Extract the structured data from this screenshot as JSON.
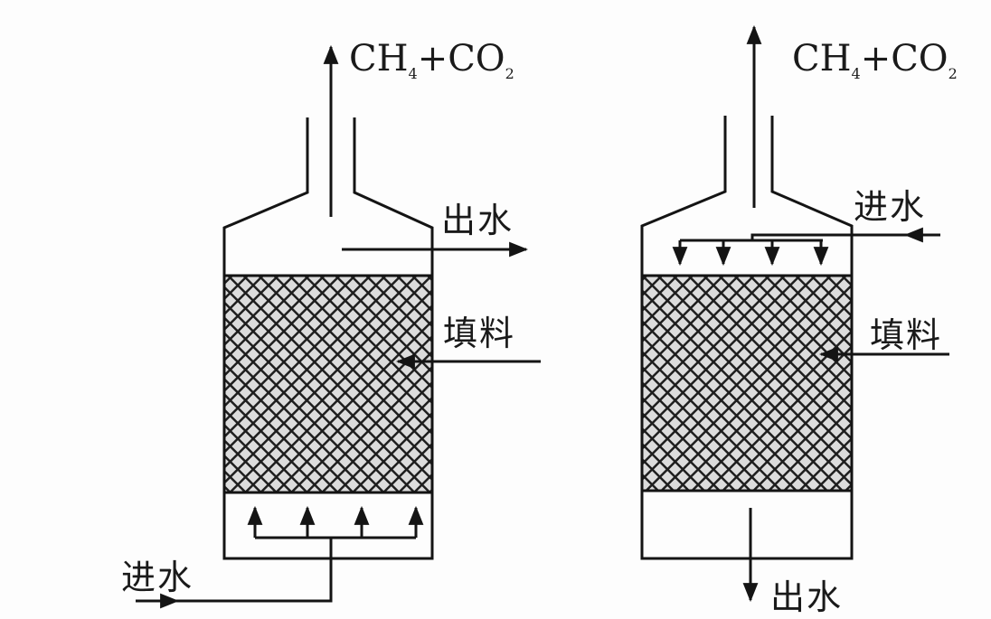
{
  "diagram": {
    "type": "anaerobic filter reactors",
    "left_reactor": {
      "flow": "upflow",
      "gas_label": {
        "main": "CH",
        "sub1": "4",
        "plus": "+CO",
        "sub2": "2"
      },
      "outlet_label": "出水",
      "packing_label": "填料",
      "inlet_label": "进水"
    },
    "right_reactor": {
      "flow": "downflow",
      "gas_label": {
        "main": "CH",
        "sub1": "4",
        "plus": "+CO",
        "sub2": "2"
      },
      "inlet_label": "进水",
      "packing_label": "填料",
      "outlet_label": "出水"
    },
    "colors": {
      "line": "#141414",
      "background": "#fdfdfd"
    }
  }
}
